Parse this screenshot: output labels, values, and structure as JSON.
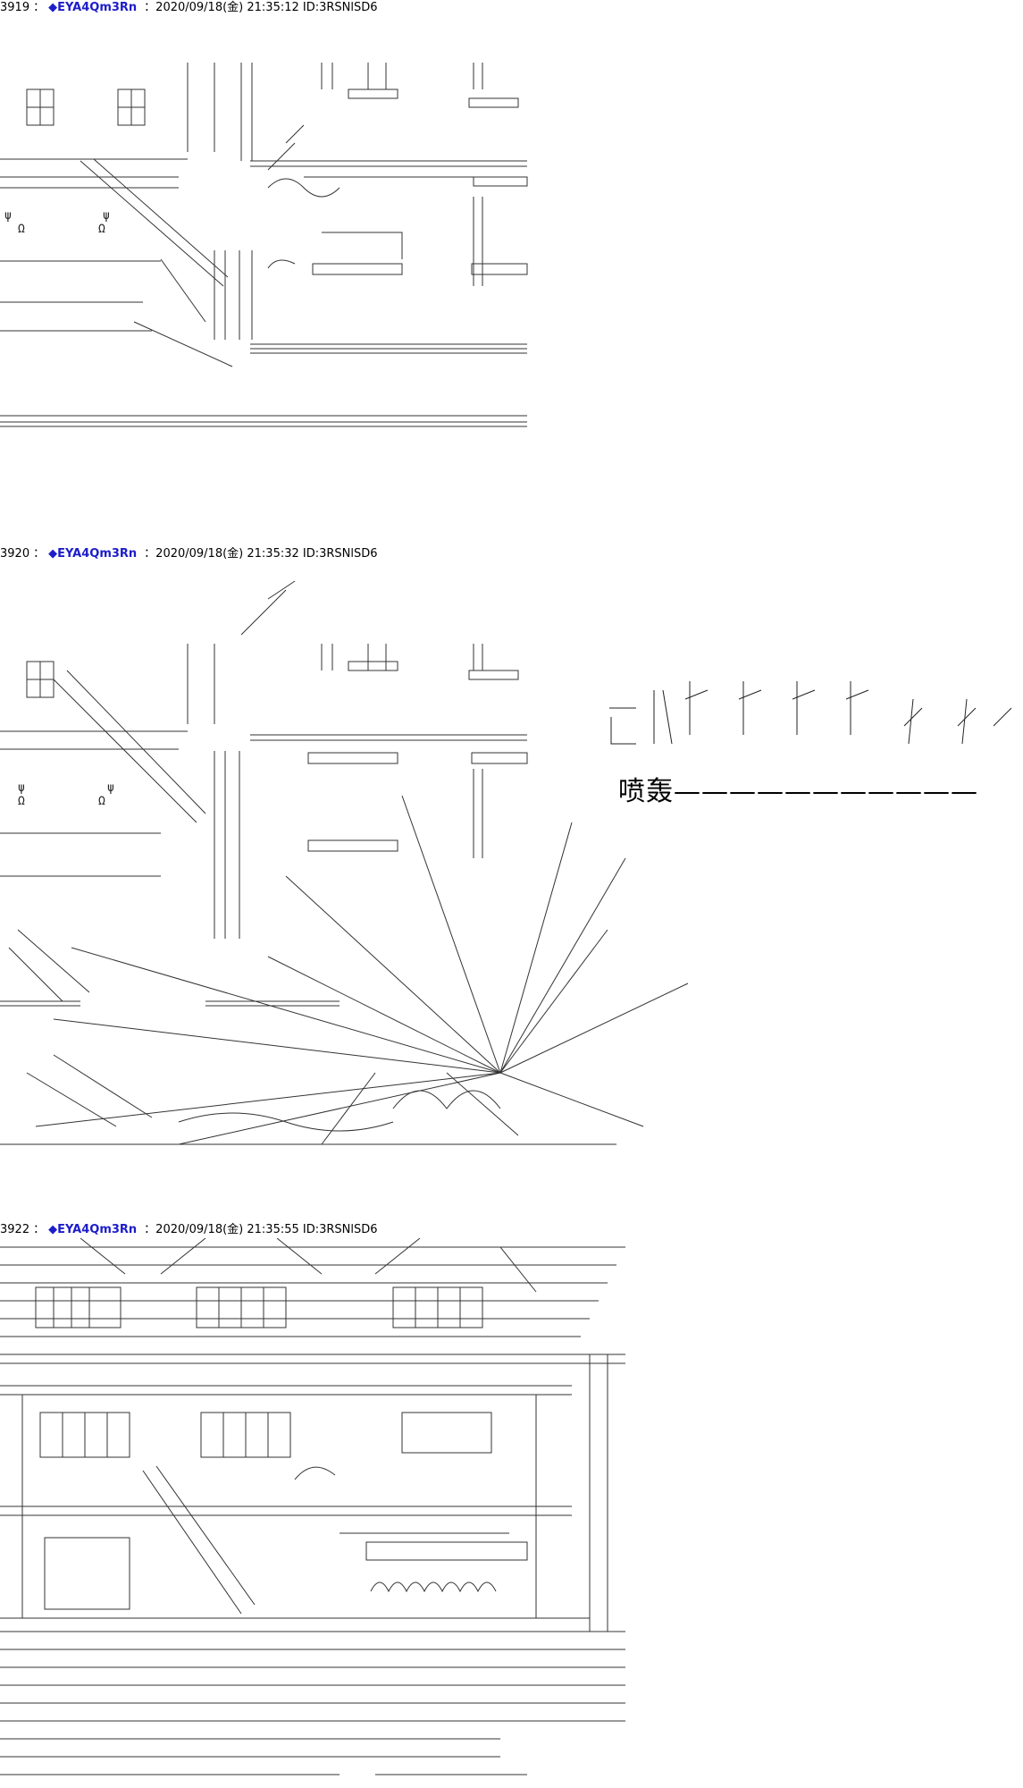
{
  "posts": [
    {
      "number": "3919",
      "separator": "：",
      "name": "◆EYA4Qm3Rn",
      "meta": "：2020/09/18(金) 21:35:12 ID:3RSNlSD6"
    },
    {
      "number": "3920",
      "separator": "：",
      "name": "◆EYA4Qm3Rn",
      "meta": "：2020/09/18(金) 21:35:32 ID:3RSNlSD6",
      "sound_effect": "喷轰———————————"
    },
    {
      "number": "3922",
      "separator": "：",
      "name": "◆EYA4Qm3Rn",
      "meta": "：2020/09/18(金) 21:35:55 ID:3RSNlSD6"
    }
  ],
  "colors": {
    "name_color": "#1d1dc9",
    "background": "#ffffff",
    "art_color": "#222222"
  }
}
